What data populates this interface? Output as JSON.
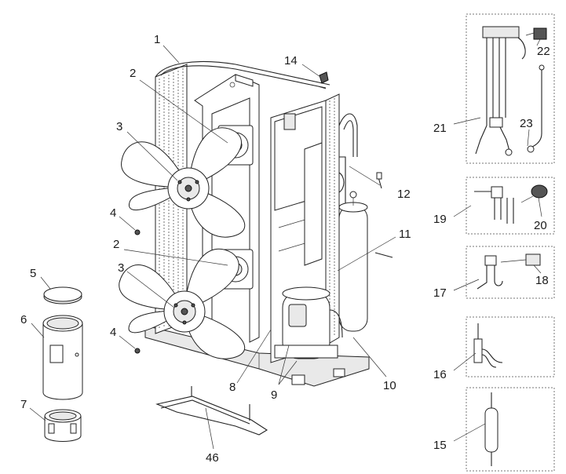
{
  "diagram": {
    "labels": {
      "l1": "1",
      "l2a": "2",
      "l2b": "2",
      "l3a": "3",
      "l3b": "3",
      "l4a": "4",
      "l4b": "4",
      "l5": "5",
      "l6": "6",
      "l7": "7",
      "l8": "8",
      "l9": "9",
      "l10": "10",
      "l11": "11",
      "l12": "12",
      "l14": "14",
      "l15": "15",
      "l16": "16",
      "l17": "17",
      "l18": "18",
      "l19": "19",
      "l20": "20",
      "l21": "21",
      "l22": "22",
      "l23": "23",
      "l46": "46"
    }
  }
}
